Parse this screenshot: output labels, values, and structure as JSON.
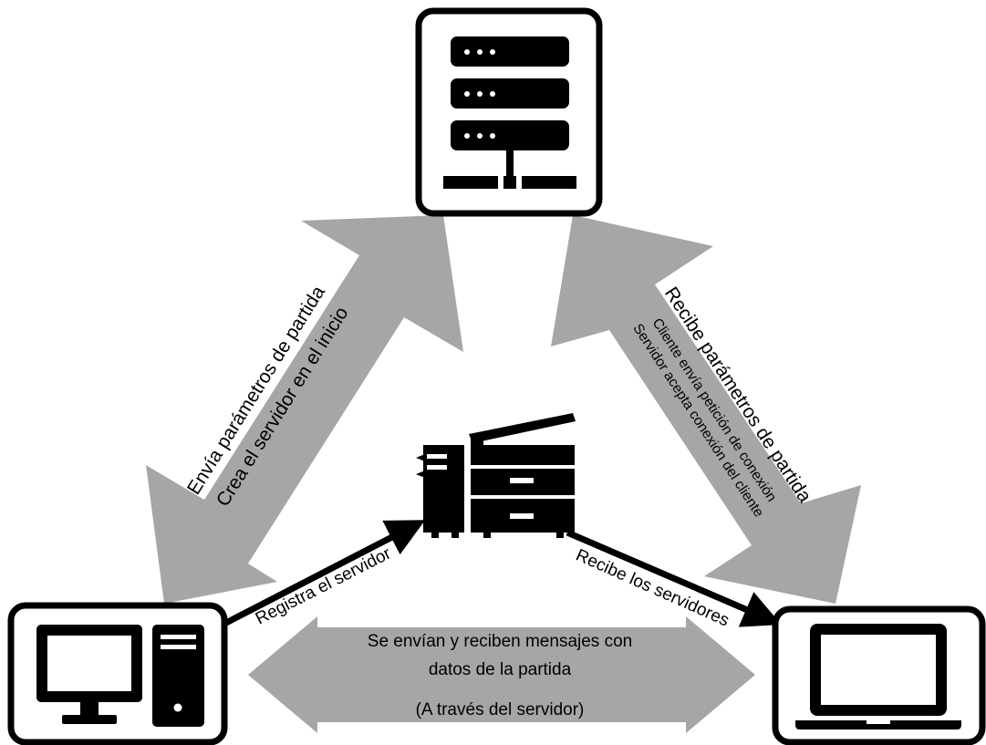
{
  "diagram": {
    "nodes": {
      "server": {
        "name": "server-icon"
      },
      "desktop": {
        "name": "desktop-computer-icon"
      },
      "laptop": {
        "name": "laptop-icon"
      },
      "center": {
        "name": "copier-machine-icon"
      }
    },
    "left_arrow": {
      "line1": "Envía parámetros de partida",
      "line2": "Crea el servidor en el inicio"
    },
    "right_arrow": {
      "line1": "Recibe parámetros de partida",
      "line2": "Cliente envía petición de conexión",
      "line3": "Servidor acepta conexión del cliente"
    },
    "bottom_arrow": {
      "line1": "Se envían y reciben mensajes con",
      "line2": "datos de la partida",
      "line3": "(A través del servidor)"
    },
    "registra_label": "Registra el servidor",
    "recibe_label": "Recibe los servidores",
    "colors": {
      "arrow_fill": "#a6a6a6",
      "icon": "#000000",
      "background": "#ffffff"
    }
  }
}
